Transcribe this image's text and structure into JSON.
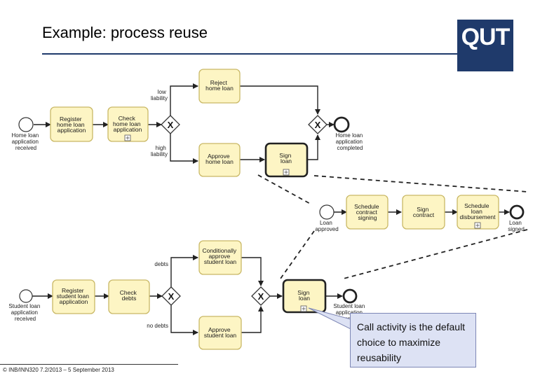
{
  "slide": {
    "title": "Example: process reuse",
    "logo": "QUT",
    "footer": "© INB/INN320 7.2/2013 – 5 September 2013",
    "callout": "Call activity is the default choice to maximize reusability"
  },
  "home_loan": {
    "start_event": [
      "Home loan",
      "application",
      "received"
    ],
    "register": [
      "Register",
      "home loan",
      "application"
    ],
    "check": [
      "Check",
      "home loan",
      "application"
    ],
    "reject": [
      "Reject",
      "home loan"
    ],
    "approve": [
      "Approve",
      "home loan"
    ],
    "sign": [
      "Sign",
      "loan"
    ],
    "end_event": [
      "Home loan",
      "application",
      "completed"
    ],
    "low_liability": [
      "low",
      "liability"
    ],
    "high_liability": [
      "high",
      "liability"
    ]
  },
  "sign_loan_subprocess": {
    "start_event": [
      "Loan",
      "approved"
    ],
    "schedule_signing": [
      "Schedule",
      "contract",
      "signing"
    ],
    "sign_contract": [
      "Sign",
      "contract"
    ],
    "schedule_disbursement": [
      "Schedule",
      "loan",
      "disbursement"
    ],
    "end_event": [
      "Loan",
      "signed"
    ]
  },
  "student_loan": {
    "start_event": [
      "Student loan",
      "application",
      "received"
    ],
    "register": [
      "Register",
      "student loan",
      "application"
    ],
    "check": [
      "Check",
      "debts"
    ],
    "conditionally_approve": [
      "Conditionally",
      "approve",
      "student loan"
    ],
    "approve": [
      "Approve",
      "student loan"
    ],
    "sign": [
      "Sign",
      "loan"
    ],
    "end_event": [
      "Student loan",
      "application",
      "completed"
    ],
    "debts": "debts",
    "no_debts": "no debts"
  },
  "colors": {
    "task_fill": "#fdf5c4",
    "task_stroke": "#c9b866",
    "brand": "#1f3a6b",
    "callout_fill": "#dde2f4"
  }
}
